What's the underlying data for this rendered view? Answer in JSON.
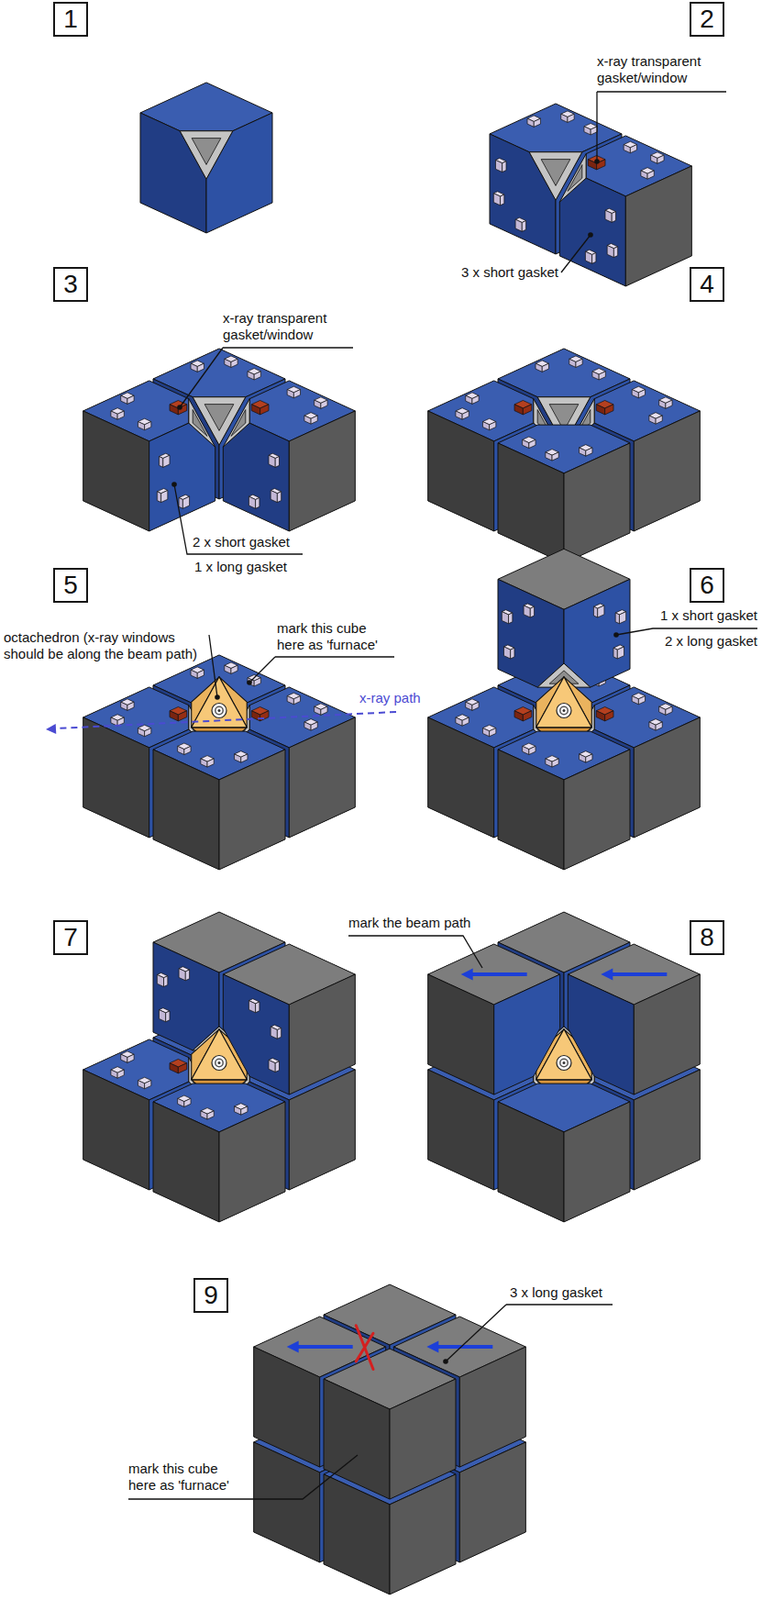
{
  "diagram": {
    "nodes": [
      {
        "text": [
          "1"
        ]
      },
      {
        "text": [
          "2"
        ]
      },
      {
        "text": [
          "3"
        ]
      },
      {
        "text": [
          "4"
        ]
      },
      {
        "text": [
          "5"
        ]
      },
      {
        "text": [
          "6"
        ]
      },
      {
        "text": [
          "7"
        ]
      },
      {
        "text": [
          "8"
        ]
      },
      {
        "text": [
          "9"
        ]
      }
    ],
    "labels": [
      "x-ray transparent gasket/window",
      "3 x short gasket",
      "x-ray transparent gasket/window",
      "2 x short gasket",
      "1 x long gasket",
      "octachedron (x-ray windows should be along the beam path)",
      "mark this cube here as 'furnace'",
      "x-ray path",
      "1 x short gasket",
      "2 x long gasket",
      "mark the beam path",
      "3 x long gasket",
      "mark this cube here as 'furnace'"
    ]
  }
}
